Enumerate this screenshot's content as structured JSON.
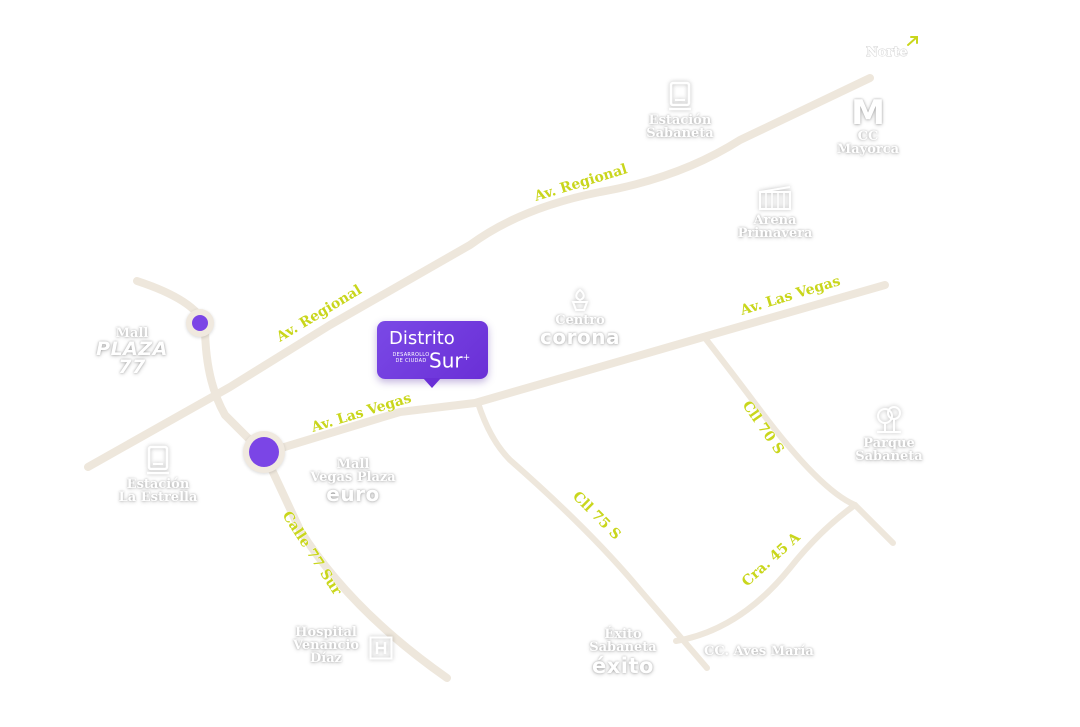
{
  "compass": {
    "label": "Norte",
    "icon": "north-arrow-icon"
  },
  "roads": {
    "regional_upper": "Av. Regional",
    "regional_lower": "Av. Regional",
    "las_vegas_left": "Av. Las Vegas",
    "las_vegas_right": "Av. Las Vegas",
    "calle_77_sur": "Calle 77 Sur",
    "cll_75_s": "Cll 75 S",
    "cll_70_s": "Cll 70 S",
    "cra_45_a": "Cra. 45 A"
  },
  "places": {
    "estacion_sabaneta": {
      "line1": "Estación",
      "line2": "Sabaneta",
      "icon": "train-icon"
    },
    "cc_mayorca": {
      "line1": "CC",
      "line2": "Mayorca",
      "logo": "M",
      "icon": "mayorca-logo-icon"
    },
    "arena_primavera": {
      "line1": "Arena",
      "line2": "Primavera",
      "icon": "arena-icon"
    },
    "centro_corona": {
      "line1": "Centro",
      "brand": "corona",
      "icon": "corona-logo-icon"
    },
    "mall_plaza_77": {
      "line1": "Mall",
      "line2": "PLAZA",
      "line3": "77"
    },
    "estacion_la_estrella": {
      "line1": "Estación",
      "line2": "La Estrella",
      "icon": "train-icon"
    },
    "mall_vegas_plaza": {
      "line1": "Mall",
      "line2": "Vegas Plaza",
      "brand": "euro"
    },
    "parque_sabaneta": {
      "line1": "Parque",
      "line2": "Sabaneta",
      "icon": "tree-icon"
    },
    "hospital": {
      "line1": "Hospital",
      "line2": "Venancio",
      "line3": "Díaz",
      "icon": "hospital-icon"
    },
    "exito_sabaneta": {
      "line1": "Éxito",
      "line2": "Sabaneta",
      "brand": "éxito"
    },
    "cc_aves_maria": {
      "line1": "CC. Aves María"
    }
  },
  "marker": {
    "name_line1": "Distrito",
    "name_line2": "Sur",
    "tagline": "DESARROLLO DE CIUDAD",
    "icon": "location-pin-marker"
  },
  "colors": {
    "road": "#eee7dc",
    "road_label": "#c9d61c",
    "accent": "#7b45e6",
    "place_text": "#ffffff"
  }
}
